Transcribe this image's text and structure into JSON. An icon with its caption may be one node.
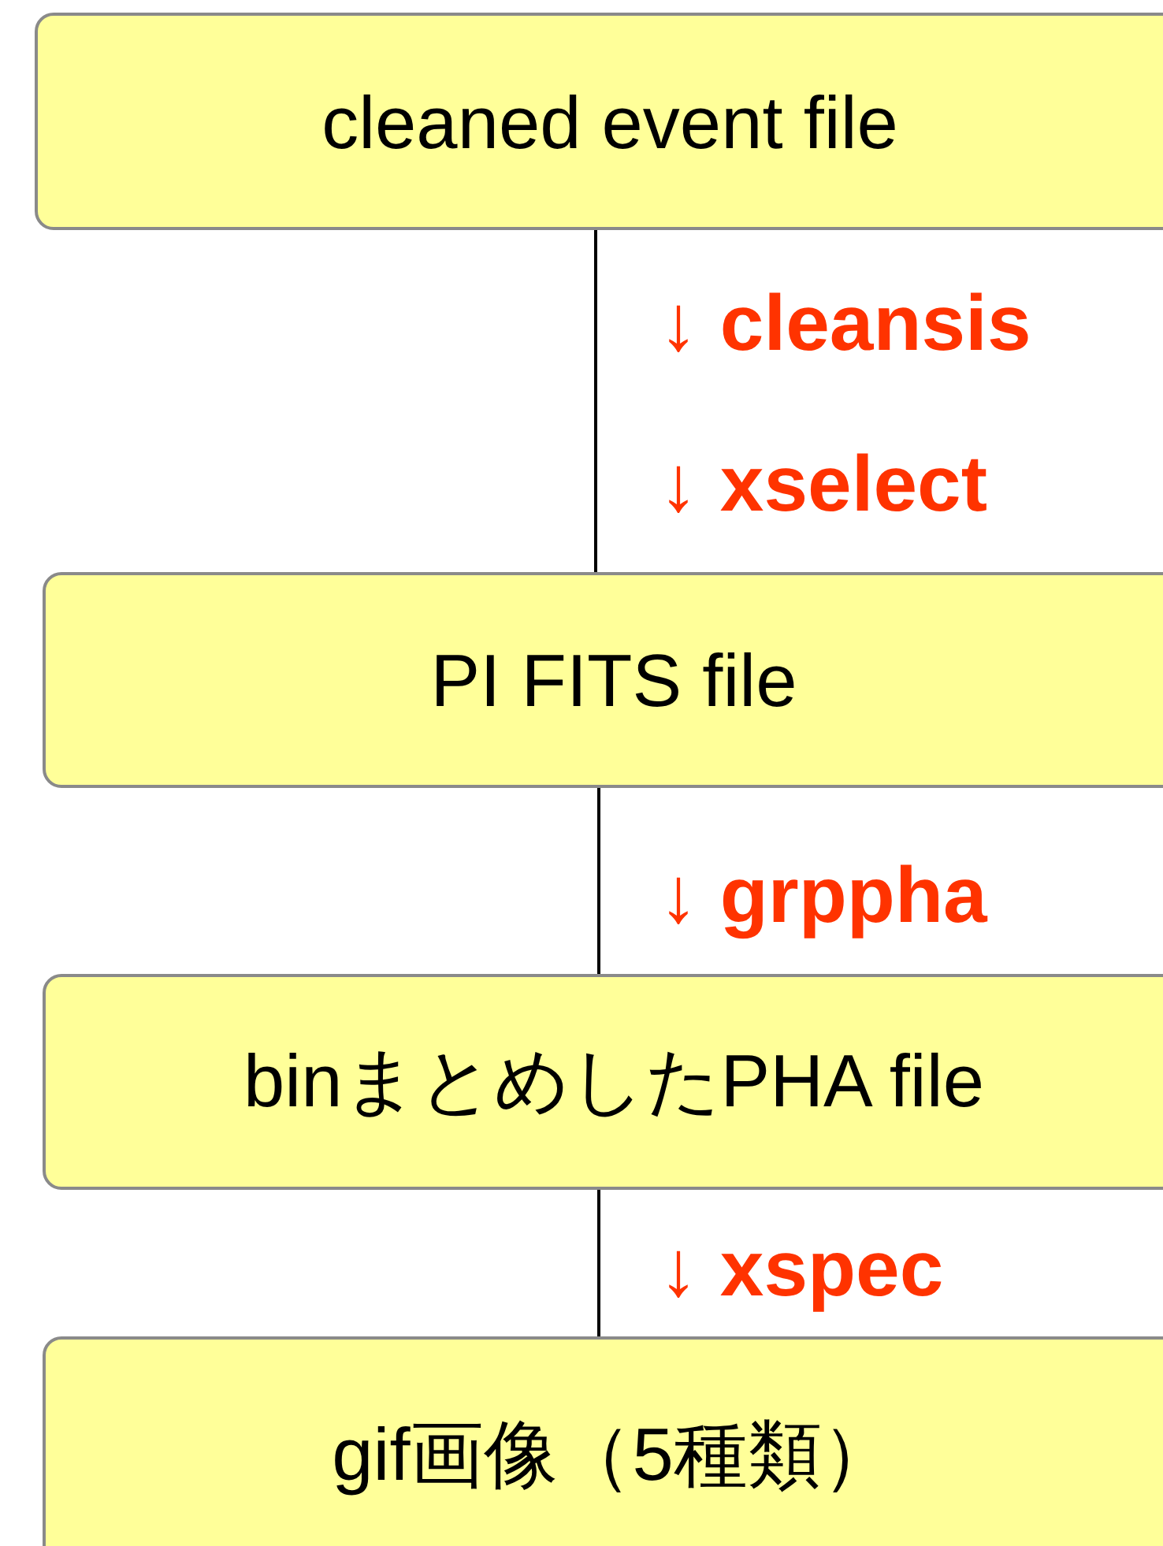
{
  "diagram": {
    "nodes": [
      {
        "text": [
          "cleaned event file"
        ]
      },
      {
        "text": [
          "PI FITS file"
        ]
      },
      {
        "text": [
          "binまとめしたPHA file"
        ]
      },
      {
        "text": [
          "gif画像（5種類）"
        ]
      }
    ],
    "edges": [
      {
        "from": 0,
        "to": 1,
        "arrow": "none"
      },
      {
        "from": 1,
        "to": 2,
        "arrow": "none"
      },
      {
        "from": 2,
        "to": 3,
        "arrow": "none"
      }
    ],
    "labels": [
      "↓ cleansis",
      "↓ xselect",
      "↓ grppha",
      "↓ xspec"
    ]
  }
}
